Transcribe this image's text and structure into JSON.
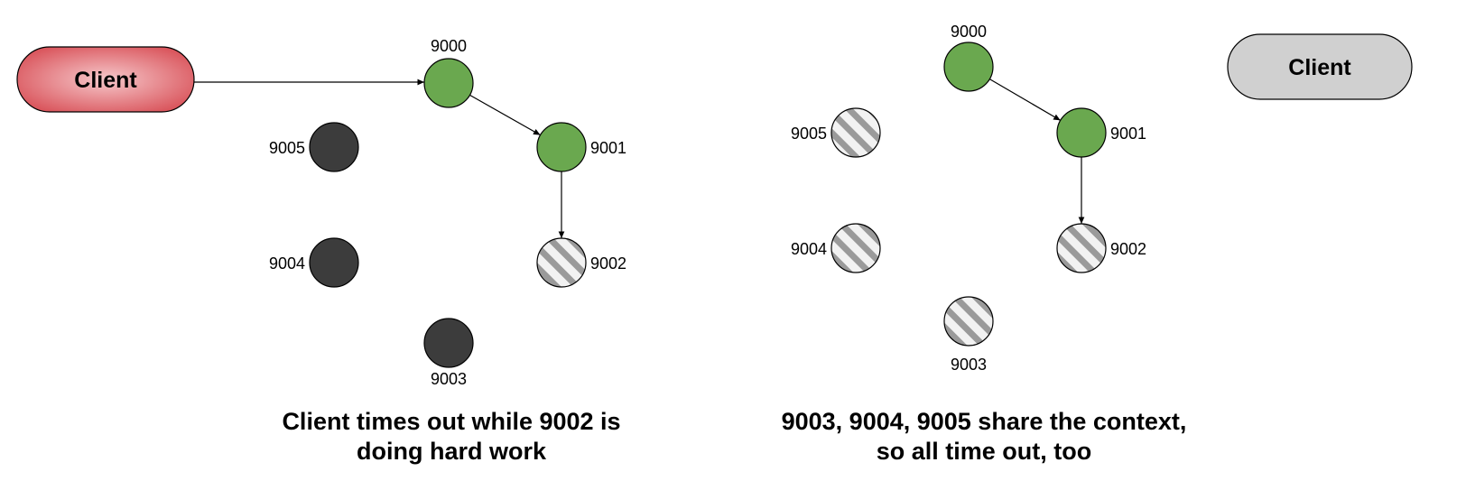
{
  "panels": [
    {
      "client": {
        "label": "Client",
        "state": "active"
      },
      "nodes": [
        {
          "id": "9000",
          "label": "9000",
          "state": "active"
        },
        {
          "id": "9001",
          "label": "9001",
          "state": "active"
        },
        {
          "id": "9002",
          "label": "9002",
          "state": "striped"
        },
        {
          "id": "9003",
          "label": "9003",
          "state": "dark"
        },
        {
          "id": "9004",
          "label": "9004",
          "state": "dark"
        },
        {
          "id": "9005",
          "label": "9005",
          "state": "dark"
        }
      ],
      "edges": [
        {
          "from": "client",
          "to": "9000"
        },
        {
          "from": "9000",
          "to": "9001"
        },
        {
          "from": "9001",
          "to": "9002"
        }
      ],
      "caption": "Client times out while 9002 is\ndoing hard work"
    },
    {
      "client": {
        "label": "Client",
        "state": "inactive"
      },
      "nodes": [
        {
          "id": "9000",
          "label": "9000",
          "state": "active"
        },
        {
          "id": "9001",
          "label": "9001",
          "state": "active"
        },
        {
          "id": "9002",
          "label": "9002",
          "state": "striped"
        },
        {
          "id": "9003",
          "label": "9003",
          "state": "striped"
        },
        {
          "id": "9004",
          "label": "9004",
          "state": "striped"
        },
        {
          "id": "9005",
          "label": "9005",
          "state": "striped"
        }
      ],
      "edges": [
        {
          "from": "9000",
          "to": "9001"
        },
        {
          "from": "9001",
          "to": "9002"
        }
      ],
      "caption": "9003, 9004, 9005 share the context,\nso all time out, too"
    }
  ],
  "colors": {
    "active_node": "#6aa84f",
    "dark_node": "#3c3c3c",
    "client_active_edge": "#d9535a",
    "client_active_center": "#f6c8cb",
    "client_inactive": "#d0d0d0",
    "stripe_light": "#f2f2f2",
    "stripe_dark": "#9a9a9a"
  }
}
